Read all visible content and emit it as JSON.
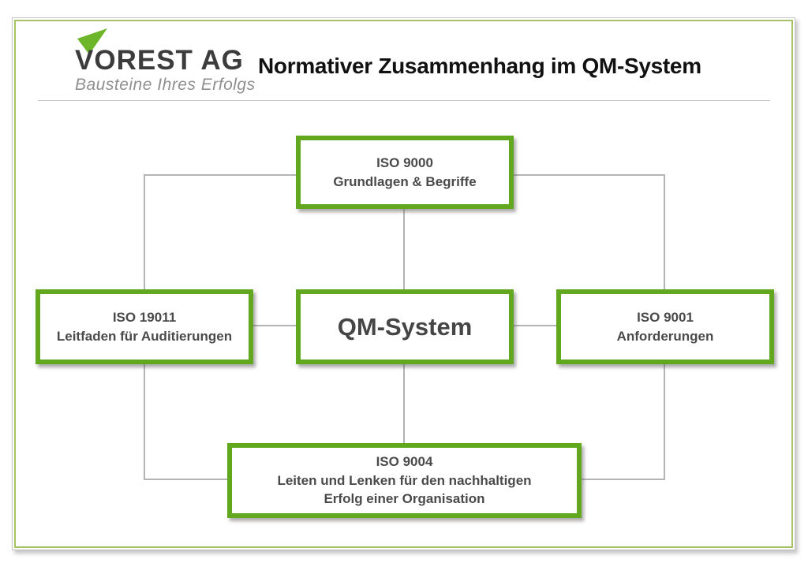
{
  "brand": {
    "logo_text": "VOREST AG",
    "tagline": "Bausteine Ihres Erfolgs",
    "logo_green": "#6db62a"
  },
  "header": {
    "title": "Normativer Zusammenhang im QM-System"
  },
  "colors": {
    "box_border_green": "#61a81e",
    "frame_inner_green": "#a7c464",
    "connector_gray": "#b4b4b4",
    "box_text_gray": "#4a4a4a"
  },
  "diagram": {
    "center": {
      "label": "QM-System"
    },
    "nodes": {
      "top": {
        "title": "ISO 9000",
        "line2": "Grundlagen & Begriffe"
      },
      "left": {
        "title": "ISO 19011",
        "line2": "Leitfaden für Auditierungen"
      },
      "right": {
        "title": "ISO 9001",
        "line2": "Anforderungen"
      },
      "bottom": {
        "title": "ISO 9004",
        "line2": "Leiten und Lenken für den nachhaltigen",
        "line3": "Erfolg einer Organisation"
      }
    },
    "edges": [
      [
        "iso9000",
        "qm-system"
      ],
      [
        "iso19011",
        "qm-system"
      ],
      [
        "iso9001",
        "qm-system"
      ],
      [
        "iso9004",
        "qm-system"
      ],
      [
        "iso9000",
        "iso19011"
      ],
      [
        "iso9000",
        "iso9001"
      ],
      [
        "iso19011",
        "iso9004"
      ],
      [
        "iso9001",
        "iso9004"
      ]
    ]
  }
}
